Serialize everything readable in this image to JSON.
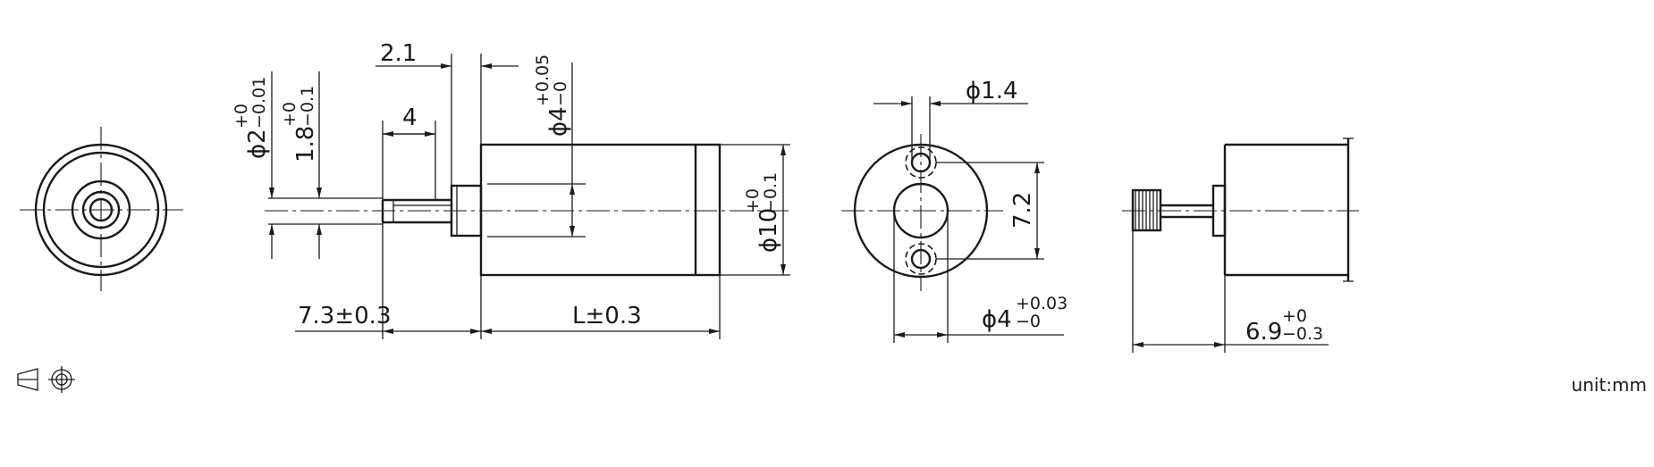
{
  "unit_label": "unit:mm",
  "dimensions": {
    "flange_length": "2.1",
    "shaft_tip_length": "4",
    "shaft_diameter": "ϕ2",
    "shaft_diameter_tol_upper": "+0",
    "shaft_diameter_tol_lower": "−0.01",
    "flat_width": "1.8",
    "flat_width_tol_upper": "+0",
    "flat_width_tol_lower": "−0.1",
    "boss_diameter": "ϕ4",
    "boss_diameter_tol_upper": "+0.05",
    "boss_diameter_tol_lower": "−0",
    "body_diameter": "ϕ10",
    "body_diameter_tol_upper": "+0",
    "body_diameter_tol_lower": "−0.1",
    "shaft_length": "7.3±0.3",
    "body_length": "L±0.3",
    "hole_diameter": "ϕ1.4",
    "hole_spacing": "7.2",
    "rear_boss_diameter": "ϕ4",
    "rear_boss_tol_upper": "+0.03",
    "rear_boss_tol_lower": "−0",
    "gear_length": "6.9",
    "gear_length_tol_upper": "+0",
    "gear_length_tol_lower": "−0.3"
  }
}
